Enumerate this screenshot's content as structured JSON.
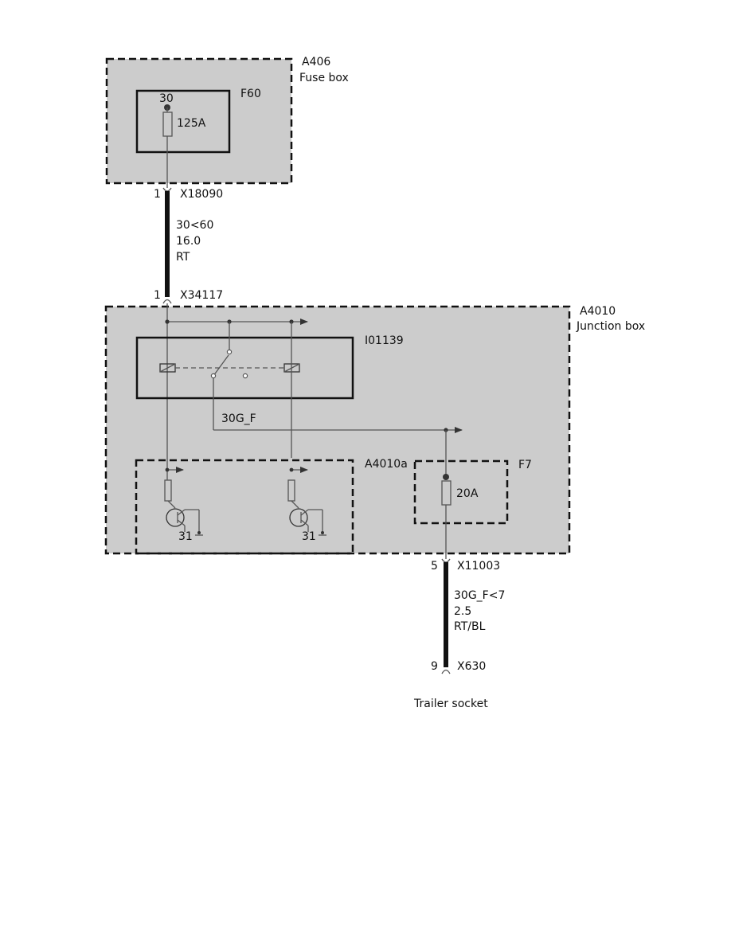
{
  "colors": {
    "module_fill": "#cccccc",
    "line": "#555555",
    "frame": "#111111"
  },
  "fuse_box": {
    "id": "A406",
    "name": "Fuse box",
    "fuse_id": "F60",
    "terminal": "30",
    "rating": "125A"
  },
  "wire_1": {
    "top_connector": {
      "pin": "1",
      "id": "X18090"
    },
    "bottom_connector": {
      "pin": "1",
      "id": "X34117"
    },
    "circuit": "30<60",
    "size": "16.0",
    "color": "RT"
  },
  "junction_box": {
    "id": "A4010",
    "name": "Junction box",
    "relay_id": "I01139",
    "circuit": "30G_F",
    "submodule_id": "A4010a",
    "ground_left": "31",
    "ground_right": "31",
    "fuse_id": "F7",
    "fuse_rating": "20A"
  },
  "wire_2": {
    "top_connector": {
      "pin": "5",
      "id": "X11003"
    },
    "bottom_connector": {
      "pin": "9",
      "id": "X630"
    },
    "circuit": "30G_F<7",
    "size": "2.5",
    "color": "RT/BL"
  },
  "destination": "Trailer socket"
}
